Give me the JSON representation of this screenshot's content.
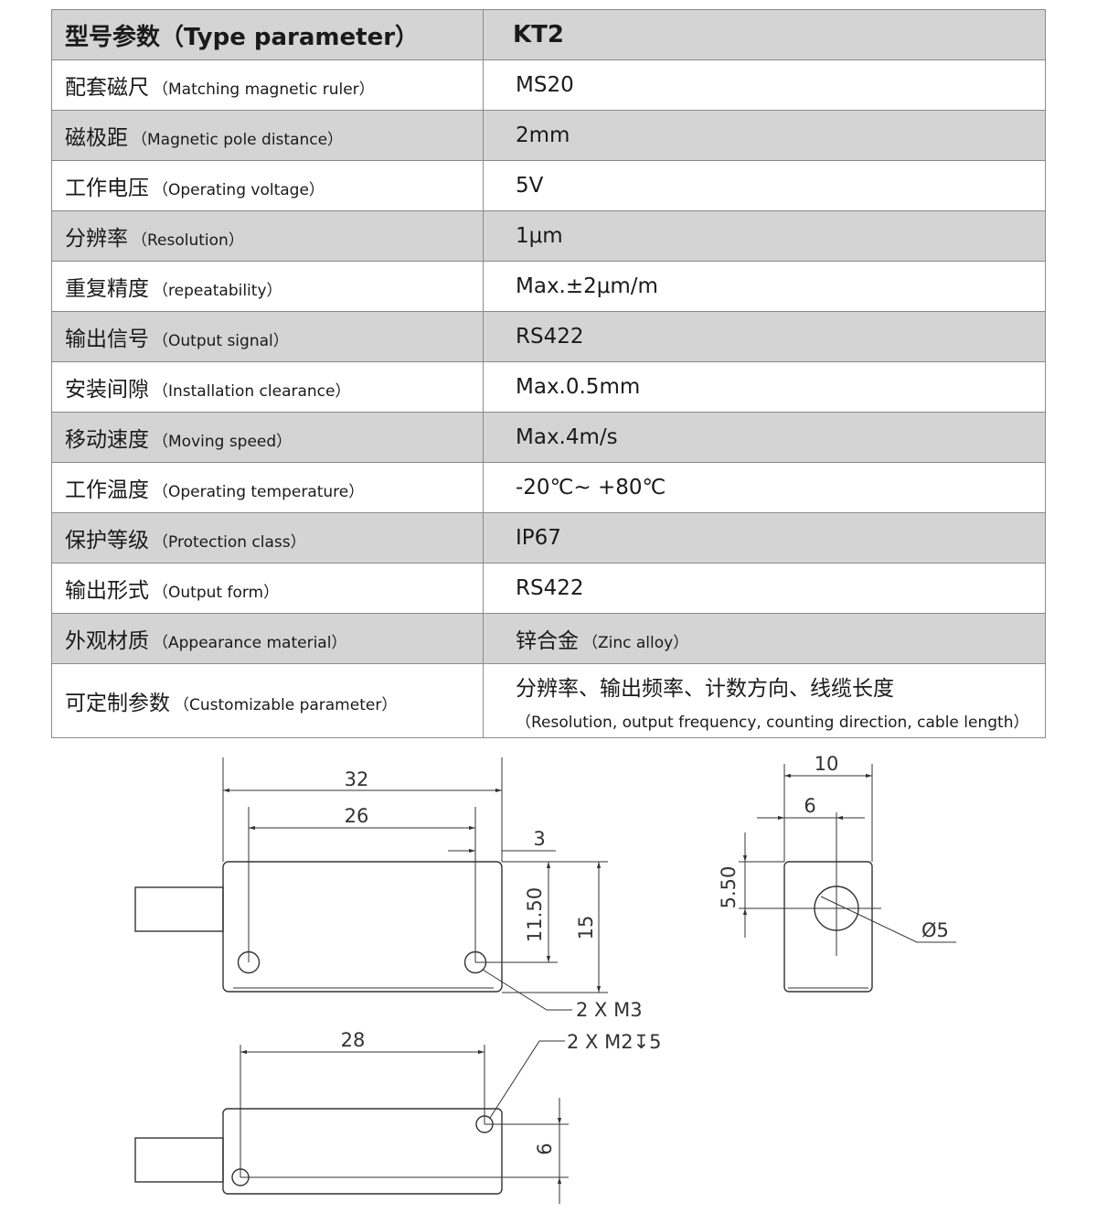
{
  "table": {
    "header": {
      "key": "型号参数（Type parameter）",
      "value": "KT2"
    },
    "rows": [
      {
        "key_cn": "配套磁尺",
        "key_en": "（Matching magnetic ruler）",
        "value": "MS20"
      },
      {
        "key_cn": "磁极距",
        "key_en": "（Magnetic pole distance）",
        "value": "2mm"
      },
      {
        "key_cn": "工作电压",
        "key_en": "（Operating voltage）",
        "value": "5V"
      },
      {
        "key_cn": "分辨率",
        "key_en": "（Resolution）",
        "value": "1μm"
      },
      {
        "key_cn": "重复精度",
        "key_en": "（repeatability）",
        "value": "Max.±2μm/m"
      },
      {
        "key_cn": "输出信号",
        "key_en": "（Output signal）",
        "value": "RS422"
      },
      {
        "key_cn": "安装间隙",
        "key_en": "（Installation clearance）",
        "value": "Max.0.5mm"
      },
      {
        "key_cn": "移动速度",
        "key_en": "（Moving speed）",
        "value": "Max.4m/s"
      },
      {
        "key_cn": "工作温度",
        "key_en": "（Operating temperature）",
        "value": "-20℃~ +80℃"
      },
      {
        "key_cn": "保护等级",
        "key_en": "（Protection class）",
        "value": "IP67"
      },
      {
        "key_cn": "输出形式",
        "key_en": "（Output form）",
        "value": "RS422"
      },
      {
        "key_cn": "外观材质",
        "key_en": "（Appearance material）",
        "value": "锌合金",
        "value_en": "（Zinc alloy）"
      }
    ],
    "last_row": {
      "key_cn": "可定制参数",
      "key_en": "（Customizable parameter）",
      "value": "分辨率、输出频率、计数方向、线缆长度",
      "value_en": "（Resolution, output frequency, counting direction, cable length）"
    }
  },
  "drawing": {
    "front": {
      "width": "32",
      "hole_spacing": "26",
      "edge_offset": "3",
      "hole_height": "11.50",
      "height": "15",
      "holes": "2 X M3"
    },
    "bottom": {
      "hole_spacing": "28",
      "holes": "2 X M2↧5",
      "hole_offset": "6"
    },
    "side": {
      "width": "10",
      "center_x": "6",
      "center_y": "5.50",
      "diameter": "Ø5"
    }
  }
}
